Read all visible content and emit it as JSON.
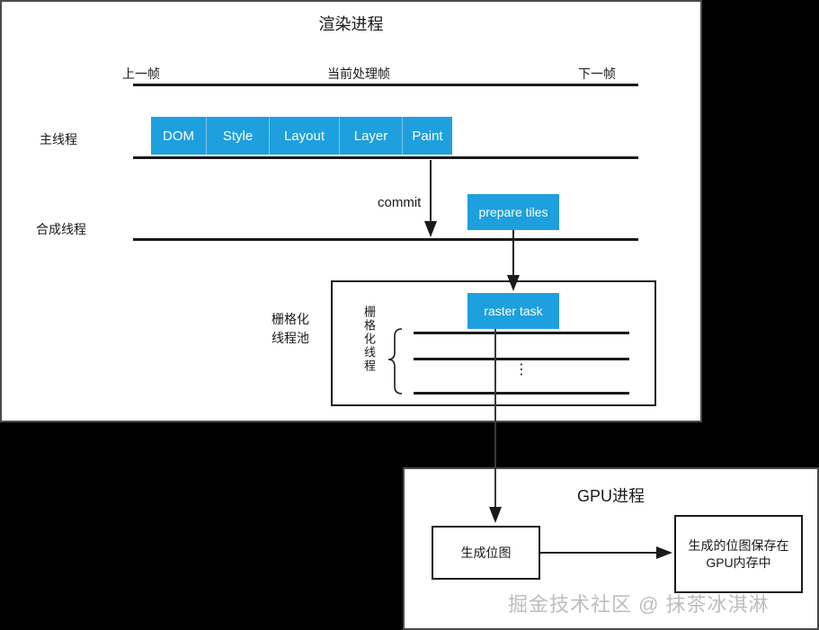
{
  "diagram": {
    "renderer": {
      "title": "渲染进程",
      "frames": {
        "prev": "上一帧",
        "current": "当前处理帧",
        "next": "下一帧"
      },
      "threads": {
        "main": "主线程",
        "compositor": "合成线程"
      },
      "main_pipeline": [
        {
          "label": "DOM",
          "width": 62
        },
        {
          "label": "Style",
          "width": 70
        },
        {
          "label": "Layout",
          "width": 78
        },
        {
          "label": "Layer",
          "width": 70
        },
        {
          "label": "Paint",
          "width": 55
        }
      ],
      "commit_label": "commit",
      "prepare_tiles": "prepare tiles",
      "raster": {
        "pool_label": "栅格化\n线程池",
        "pool_label_line1": "栅格化",
        "pool_label_line2": "线程池",
        "thread_label": "栅格化线程",
        "task_label": "raster task",
        "ellipsis": "⋮"
      }
    },
    "gpu": {
      "title": "GPU进程",
      "generate_bitmap": "生成位图",
      "store_bitmap_line1": "生成的位图保存在",
      "store_bitmap_line2": "GPU内存中"
    },
    "watermark": "掘金技术社区 @ 抹茶冰淇淋",
    "colors": {
      "accent_blue": "#1e9fde",
      "line": "#1a1a1a",
      "panel_border": "#4a4a4a",
      "background": "#000000",
      "panel_fill": "#ffffff",
      "watermark": "#bdbdbd"
    }
  }
}
